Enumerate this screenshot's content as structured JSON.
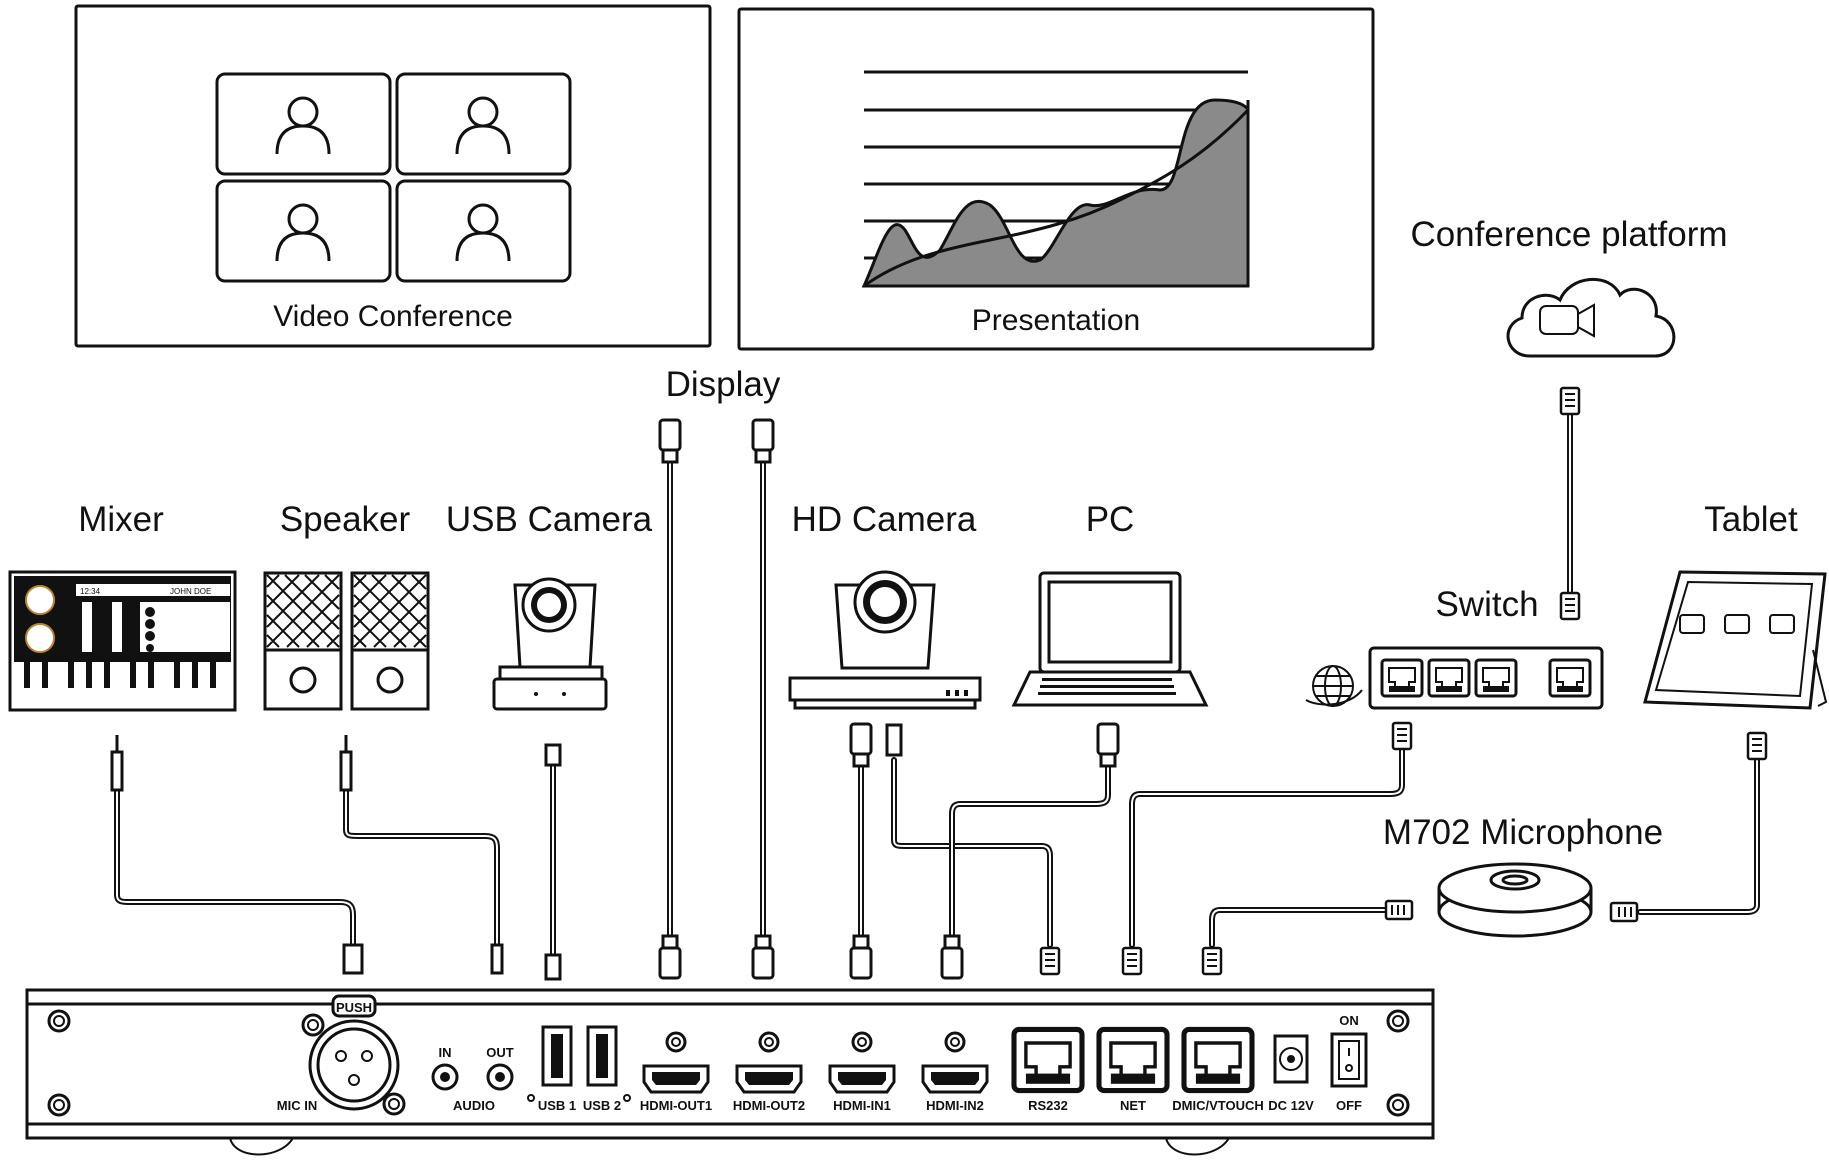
{
  "screens": {
    "video_conference": "Video Conference",
    "presentation": "Presentation"
  },
  "labels": {
    "display": "Display",
    "conference_platform": "Conference platform",
    "mixer": "Mixer",
    "speaker": "Speaker",
    "usb_camera": "USB Camera",
    "hd_camera": "HD Camera",
    "pc": "PC",
    "tablet": "Tablet",
    "switch": "Switch",
    "microphone": "M702 Microphone"
  },
  "mixer_screen": {
    "time": "12:34",
    "name": "JOHN DOE"
  },
  "panel": {
    "push": "PUSH",
    "mic_in": "MIC IN",
    "audio_in": "IN",
    "audio_out": "OUT",
    "audio": "AUDIO",
    "usb1": "USB 1",
    "usb2": "USB 2",
    "hdmi_out1": "HDMI-OUT1",
    "hdmi_out2": "HDMI-OUT2",
    "hdmi_in1": "HDMI-IN1",
    "hdmi_in2": "HDMI-IN2",
    "rs232": "RS232",
    "net": "NET",
    "dmic_vtouch": "DMIC/VTOUCH",
    "dc12v": "DC 12V",
    "on": "ON",
    "off": "OFF"
  },
  "icons": [
    "person-icon",
    "camera-icon",
    "cloud-icon",
    "globe-icon",
    "laptop-icon",
    "tablet-icon"
  ]
}
